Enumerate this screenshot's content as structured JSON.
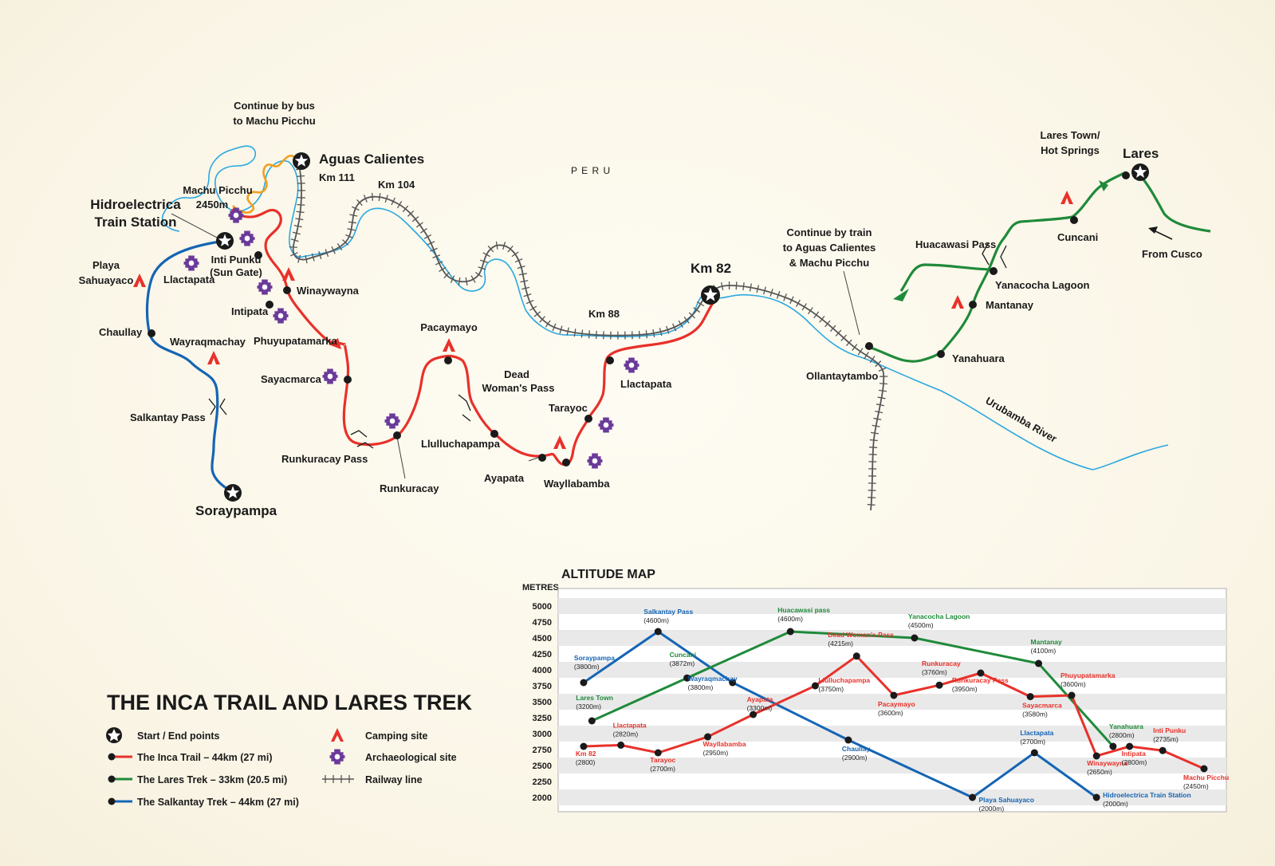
{
  "title": "THE INCA TRAIL AND LARES TREK",
  "country": "P E R U",
  "colors": {
    "inca": "#e8312a",
    "lares": "#1f8a3a",
    "salkantay": "#1565b4",
    "river": "#2aa8e0",
    "bus": "#f0a020",
    "archaeo": "#6a3a9a"
  },
  "map": {
    "notes": {
      "bus": [
        "Continue by bus",
        "to Machu Picchu"
      ],
      "train": [
        "Continue by train",
        "to Aguas Calientes",
        "& Machu Picchu"
      ]
    },
    "big_labels": {
      "aguas": "Aguas Calientes",
      "hidro": [
        "Hidroelectrica",
        "Train Station"
      ],
      "km82": "Km 82",
      "lares": "Lares",
      "soray": "Soraypampa"
    },
    "labels": {
      "km111": "Km 111",
      "km104": "Km 104",
      "km88": "Km 88",
      "machu": [
        "Machu Picchu",
        "2450m"
      ],
      "inti": [
        "Inti Punku",
        "(Sun Gate)"
      ],
      "playa": [
        "Playa",
        "Sahuayaco"
      ],
      "llactapata_w": "Llactapata",
      "intipata": "Intipata",
      "winay": "Winaywayna",
      "chaullay": "Chaullay",
      "wayraq": "Wayraqmachay",
      "phuyu": "Phuyupatamarka",
      "sayac": "Sayacmarca",
      "pacay": "Pacaymayo",
      "dead": [
        "Dead",
        "Woman's Pass"
      ],
      "salkantay_pass": "Salkantay Pass",
      "runk_pass": "Runkuracay Pass",
      "runk": "Runkuracay",
      "llull": "Llulluchapampa",
      "tarayoc": "Tarayoc",
      "llactapata_e": "Llactapata",
      "ayapata": "Ayapata",
      "wayll": "Wayllabamba",
      "ollanta": "Ollantaytambo",
      "river": "Urubamba River",
      "lares_town": [
        "Lares Town/",
        "Hot Springs"
      ],
      "cuncani": "Cuncani",
      "huacawasi": "Huacawasi Pass",
      "yanacocha": "Yanacocha Lagoon",
      "mantanay": "Mantanay",
      "yanahuara": "Yanahuara",
      "from_cusco": "From Cusco"
    }
  },
  "legend": {
    "start_end": "Start / End points",
    "inca": "The Inca Trail – 44km (27 mi)",
    "lares": "The Lares Trek – 33km (20.5 mi)",
    "salkantay": "The Salkantay Trek – 44km (27 mi)",
    "camping": "Camping site",
    "archaeo": "Archaeological site",
    "railway": "Railway line"
  },
  "chart_data": {
    "type": "line",
    "title": "ALTITUDE MAP",
    "ylabel": "METRES",
    "ylim": [
      2000,
      5000
    ],
    "yticks": [
      5000,
      4750,
      4500,
      4250,
      4000,
      3750,
      3500,
      3250,
      3000,
      2750,
      2500,
      2250,
      2000
    ],
    "series": [
      {
        "name": "The Salkantay Trek",
        "color": "#1565b4",
        "points": [
          {
            "x": 0.5,
            "y": 3800,
            "label": "Soraypampa",
            "elev": "(3800m)"
          },
          {
            "x": 2.3,
            "y": 4600,
            "label": "Salkantay Pass",
            "elev": "(4600m)"
          },
          {
            "x": 4.1,
            "y": 3800,
            "label": "Wayraqmachay",
            "elev": "(3800m)"
          },
          {
            "x": 6.9,
            "y": 2900,
            "label": "Chaullay",
            "elev": "(2900m)"
          },
          {
            "x": 9.9,
            "y": 2000,
            "label": "Playa Sahuayaco",
            "elev": "(2000m)"
          },
          {
            "x": 11.4,
            "y": 2700,
            "label": "Llactapata",
            "elev": "(2700m)"
          },
          {
            "x": 12.9,
            "y": 2000,
            "label": "Hidroelectrica Train Station",
            "elev": "(2000m)"
          }
        ]
      },
      {
        "name": "The Lares Trek",
        "color": "#1f8a3a",
        "points": [
          {
            "x": 0.7,
            "y": 3200,
            "label": "Lares Town",
            "elev": "(3200m)"
          },
          {
            "x": 3.0,
            "y": 3872,
            "label": "Cuncani",
            "elev": "(3872m)"
          },
          {
            "x": 5.5,
            "y": 4600,
            "label": "Huacawasi pass",
            "elev": "(4600m)"
          },
          {
            "x": 8.5,
            "y": 4500,
            "label": "Yanacocha Lagoon",
            "elev": "(4500m)"
          },
          {
            "x": 11.5,
            "y": 4100,
            "label": "Mantanay",
            "elev": "(4100m)"
          },
          {
            "x": 13.3,
            "y": 2800,
            "label": "Yanahuara",
            "elev": "(2800m)"
          }
        ]
      },
      {
        "name": "The Inca Trail",
        "color": "#e8312a",
        "points": [
          {
            "x": 0.5,
            "y": 2800,
            "label": "Km 82",
            "elev": "(2800)"
          },
          {
            "x": 1.4,
            "y": 2820,
            "label": "Llactapata",
            "elev": "(2820m)"
          },
          {
            "x": 2.3,
            "y": 2700,
            "label": "Tarayoc",
            "elev": "(2700m)"
          },
          {
            "x": 3.5,
            "y": 2950,
            "label": "Wayllabamba",
            "elev": "(2950m)"
          },
          {
            "x": 4.6,
            "y": 3300,
            "label": "Ayapata",
            "elev": "(3300m)"
          },
          {
            "x": 6.1,
            "y": 3750,
            "label": "Llulluchapampa",
            "elev": "(3750m)"
          },
          {
            "x": 7.1,
            "y": 4215,
            "label": "Dead Woman's Pass",
            "elev": "(4215m)"
          },
          {
            "x": 8.0,
            "y": 3600,
            "label": "Pacaymayo",
            "elev": "(3600m)"
          },
          {
            "x": 9.1,
            "y": 3760,
            "label": "Runkuracay",
            "elev": "(3760m)"
          },
          {
            "x": 10.1,
            "y": 3950,
            "label": "Runkuracay Pass",
            "elev": "(3950m)"
          },
          {
            "x": 11.3,
            "y": 3580,
            "label": "Sayacmarca",
            "elev": "(3580m)"
          },
          {
            "x": 12.3,
            "y": 3600,
            "label": "Phuyupatamarka",
            "elev": "(3600m)"
          },
          {
            "x": 12.9,
            "y": 2650,
            "label": "Winaywayna",
            "elev": "(2650m)"
          },
          {
            "x": 13.7,
            "y": 2800,
            "label": "Intipata",
            "elev": "(2800m)"
          },
          {
            "x": 14.5,
            "y": 2735,
            "label": "Inti Punku",
            "elev": "(2735m)"
          },
          {
            "x": 15.5,
            "y": 2450,
            "label": "Machu Picchu",
            "elev": "(2450m)"
          }
        ]
      }
    ]
  }
}
